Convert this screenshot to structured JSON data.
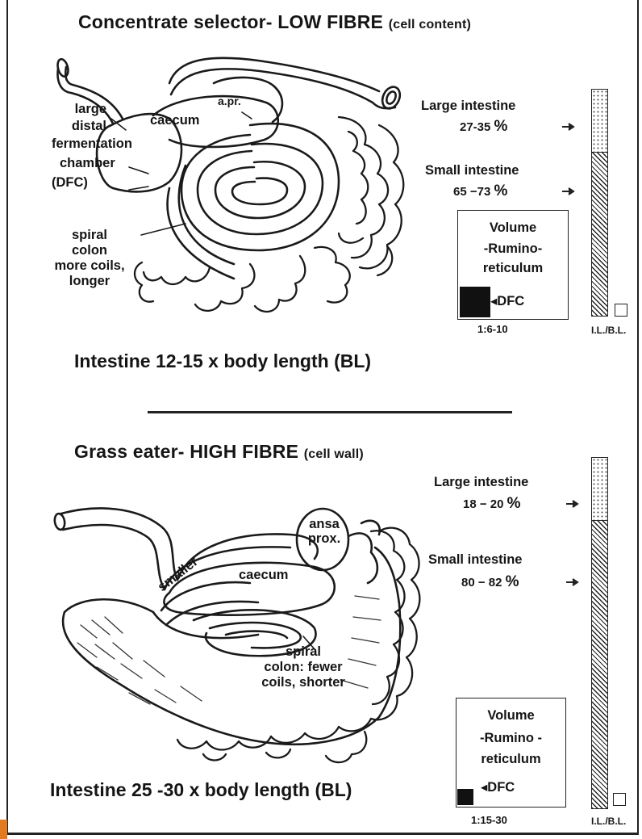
{
  "top": {
    "title_main": "Concentrate selector- LOW FIBRE",
    "title_note": "(cell content)",
    "labels": {
      "dfc_line1": "large",
      "dfc_line2": "distal",
      "dfc_line3": "fermentation",
      "dfc_line4": "chamber",
      "dfc_line5": "(DFC)",
      "caecum": "caecum",
      "apr": "a.pr.",
      "spiral_line1": "spiral",
      "spiral_line2": "colon",
      "spiral_line3": "more coils,",
      "spiral_line4": "longer"
    },
    "large_intestine": {
      "label": "Large intestine",
      "pct_range": "27-35",
      "pct_symbol": "%"
    },
    "small_intestine": {
      "label": "Small intestine",
      "pct_range": "65 −73",
      "pct_symbol": "%"
    },
    "volume": {
      "line1": "Volume",
      "line2": "-Rumino-",
      "line3": "reticulum",
      "dfc": "◂DFC",
      "ratio": "1:6-10"
    },
    "bar_label": "I.L./B.L.",
    "footer": "Intestine 12-15 x body length (BL)",
    "large_fraction": 0.28
  },
  "bottom": {
    "title_main": "Grass eater- HIGH FIBRE",
    "title_note": "(cell wall)",
    "labels": {
      "ansa1": "ansa",
      "ansa2": "prox.",
      "smaller": "smaller",
      "caecum": "caecum",
      "spiral_line1": "spiral",
      "spiral_line2": "colon: fewer",
      "spiral_line3": "coils, shorter"
    },
    "large_intestine": {
      "label": "Large intestine",
      "pct_range": "18 − 20",
      "pct_symbol": "%"
    },
    "small_intestine": {
      "label": "Small intestine",
      "pct_range": "80 − 82",
      "pct_symbol": "%"
    },
    "volume": {
      "line1": "Volume",
      "line2": "-Rumino -",
      "line3": "reticulum",
      "dfc": "◂DFC",
      "ratio": "1:15-30"
    },
    "bar_label": "I.L./B.L.",
    "footer": "Intestine 25 -30 x body length (BL)",
    "large_fraction": 0.18
  },
  "colors": {
    "ink": "#151515",
    "dfc_fill": "#111111",
    "corner_accent": "#e37a1f"
  }
}
